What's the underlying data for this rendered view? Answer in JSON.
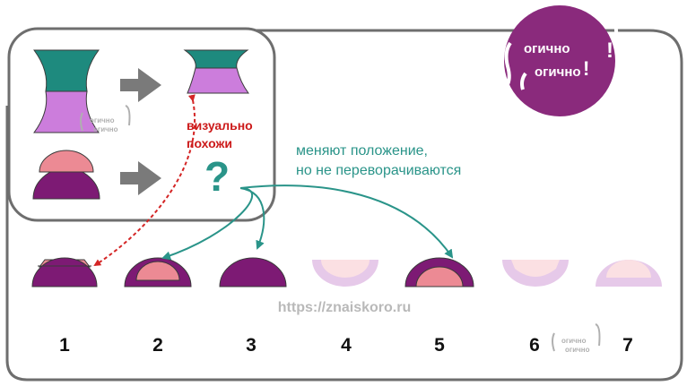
{
  "colors": {
    "teal": "#1e8a7e",
    "lilac": "#cc7ddc",
    "purple": "#7d1a74",
    "pink": "#ec8a94",
    "faded_lilac": "#e6c9e9",
    "faded_pink": "#fbe0e3",
    "red_arrow": "#d42525",
    "teal_arrow": "#2a9489",
    "gray_arrow": "#7a7a7a"
  },
  "annotations": {
    "similar": [
      "визуально",
      "похожи"
    ],
    "question": "?",
    "move_note": [
      "меняют положение,",
      "но не переворачиваются"
    ]
  },
  "logo": {
    "line1": "огично",
    "line2": "огично",
    "mark": "!"
  },
  "watermark": {
    "url": "https://znaiskoro.ru",
    "line1": "огично",
    "line2": "огично"
  },
  "options": [
    "1",
    "2",
    "3",
    "4",
    "5",
    "6",
    "7"
  ]
}
